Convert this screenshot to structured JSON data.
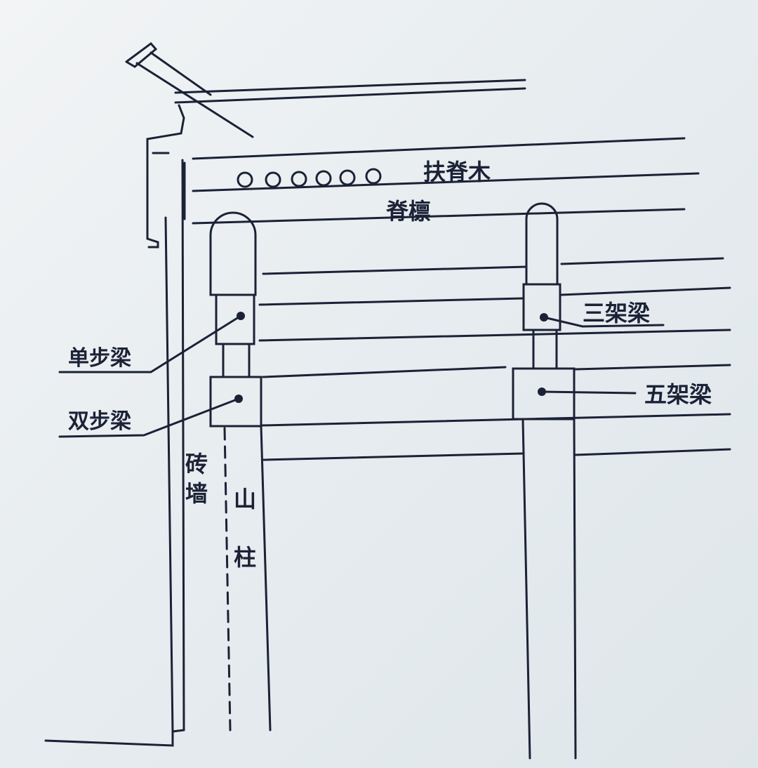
{
  "labels": {
    "ridge_pad": "扶脊木",
    "ridge_purlin": "脊檩",
    "three_rafter_beam": "三架梁",
    "five_rafter_beam": "五架梁",
    "single_step_beam": "单步梁",
    "double_step_beam": "双步梁",
    "brick_wall": [
      "砖",
      "墙"
    ],
    "gable_column": [
      "山",
      "柱"
    ]
  },
  "colors": {
    "ink": "#1b2236",
    "paper": "#e9eef1"
  }
}
